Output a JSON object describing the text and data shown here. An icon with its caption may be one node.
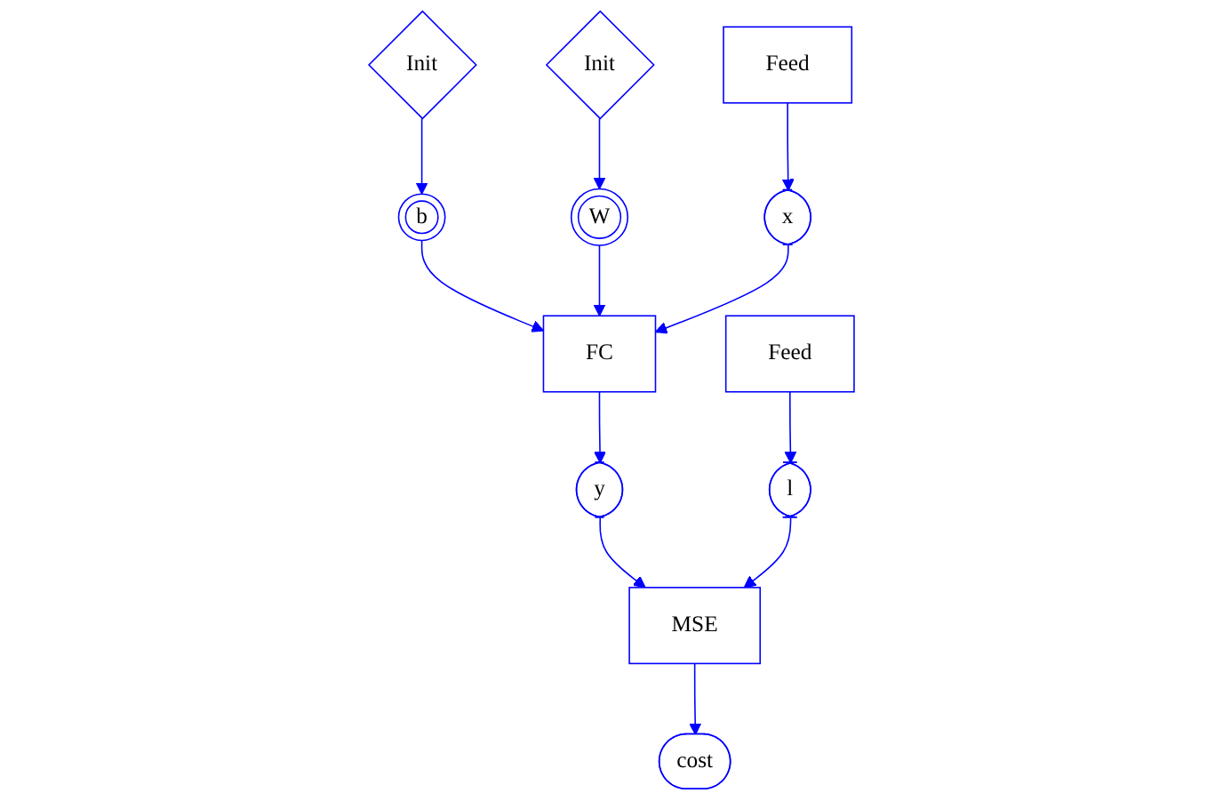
{
  "diagram": {
    "nodes": [
      {
        "text": [
          "Init"
        ]
      },
      {
        "text": [
          "Init"
        ]
      },
      {
        "text": [
          "Feed"
        ]
      },
      {
        "text": [
          "Feed"
        ]
      },
      {
        "text": [
          "b"
        ]
      },
      {
        "text": [
          "W"
        ]
      },
      {
        "text": [
          "x"
        ]
      },
      {
        "text": [
          "y"
        ]
      },
      {
        "text": [
          "cost"
        ]
      },
      {
        "text": [
          "l"
        ]
      },
      {
        "text": [
          "FC"
        ]
      },
      {
        "text": [
          "MSE"
        ]
      }
    ],
    "edges": [
      {
        "from": 0,
        "to": 4,
        "arrow": "to"
      },
      {
        "from": 1,
        "to": 5,
        "arrow": "to"
      },
      {
        "from": 2,
        "to": 6,
        "arrow": "to"
      },
      {
        "from": 3,
        "to": 9,
        "arrow": "to"
      },
      {
        "from": 4,
        "to": 10,
        "arrow": "to"
      },
      {
        "from": 5,
        "to": 10,
        "arrow": "to"
      },
      {
        "from": 6,
        "to": 10,
        "arrow": "to"
      },
      {
        "from": 10,
        "to": 7,
        "arrow": "to"
      },
      {
        "from": 7,
        "to": 11,
        "arrow": "to"
      },
      {
        "from": 11,
        "to": 8,
        "arrow": "to"
      },
      {
        "from": 9,
        "to": 11,
        "arrow": "to"
      }
    ]
  }
}
